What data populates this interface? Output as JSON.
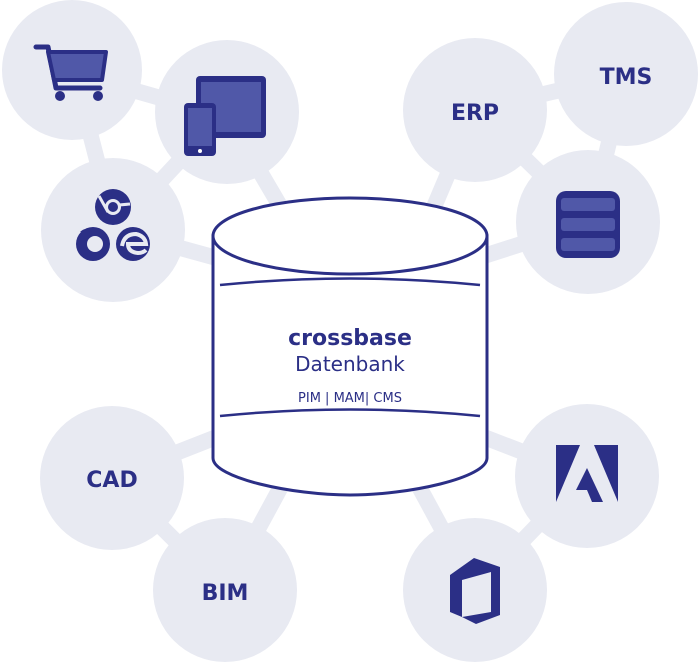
{
  "colors": {
    "primary": "#2b2f86",
    "node_fill": "#e8eaf2",
    "connector": "#e8eaf2",
    "cylinder_fill": "#ffffff",
    "icon_fill_light": "#5058a8"
  },
  "database": {
    "title": "crossbase",
    "subtitle": "Datenbank",
    "tags": "PIM | MAM| CMS"
  },
  "nodes": {
    "cart": {
      "icon": "shopping-cart-icon"
    },
    "devices": {
      "icon": "devices-icon"
    },
    "browsers": {
      "icon": "browsers-icon"
    },
    "erp": {
      "label": "ERP"
    },
    "tms": {
      "label": "TMS"
    },
    "database_icon": {
      "icon": "database-icon"
    },
    "cad": {
      "label": "CAD"
    },
    "bim": {
      "label": "BIM"
    },
    "adobe": {
      "icon": "adobe-icon"
    },
    "office": {
      "icon": "office-icon"
    }
  }
}
